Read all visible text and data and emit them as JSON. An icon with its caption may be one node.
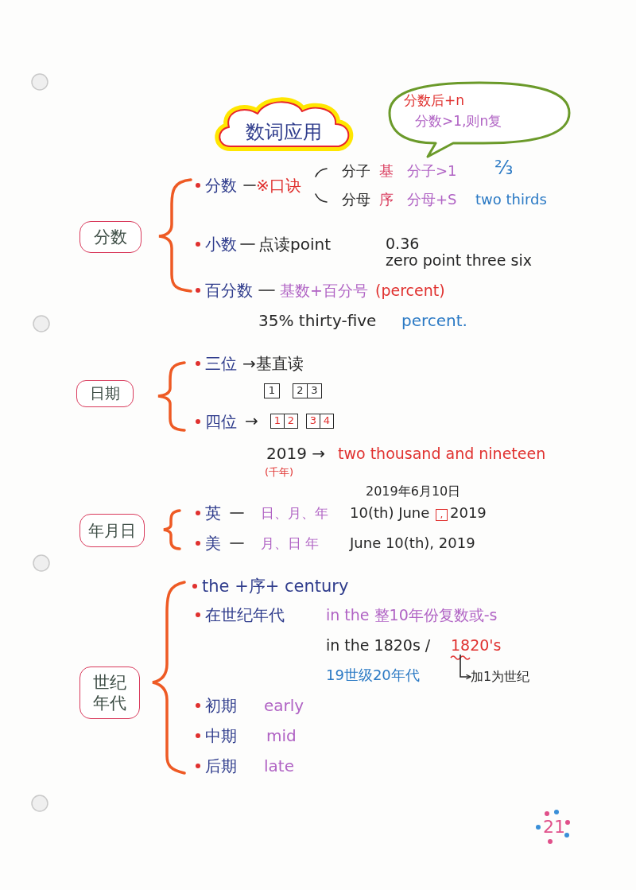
{
  "diagram": {
    "nodes": [
      {
        "text": [
          "数词应用"
        ]
      },
      {
        "text": [
          "分数后+n",
          "分数>1,则n复"
        ]
      },
      {
        "text": [
          "分数"
        ]
      },
      {
        "text": [
          "日期"
        ]
      },
      {
        "text": [
          "1"
        ]
      },
      {
        "text": [
          "2"
        ]
      },
      {
        "text": [
          "3"
        ]
      },
      {
        "text": [
          "1"
        ]
      },
      {
        "text": [
          "2"
        ]
      },
      {
        "text": [
          "3"
        ]
      },
      {
        "text": [
          "4"
        ]
      },
      {
        "text": [
          "年月日"
        ]
      },
      {
        "text": [
          ","
        ]
      },
      {
        "text": [
          "世纪年代"
        ]
      },
      {
        "text": [
          "1820's"
        ]
      },
      {
        "text": [
          "加1为世纪"
        ]
      }
    ],
    "edges": [
      {
        "from": 14,
        "to": 15,
        "arrow": "to"
      }
    ],
    "labels": [
      "分数",
      "※口诀",
      "分子",
      "基",
      "分子>1",
      "⅔",
      "分母",
      "序",
      "分母+S",
      "two thirds",
      "小数",
      "点读point",
      "0.36",
      "zero point three six",
      "百分数",
      "基数+百分号",
      "(percent)",
      "35% thirty-five",
      "percent.",
      "三位",
      "→基直读",
      "四位",
      "→",
      "2019 →",
      "two thousand and nineteen",
      "(千年)",
      "2019年6月10日",
      "英",
      "日、月、年",
      "10(th) June",
      "2019",
      "美",
      "月、日 年",
      "June 10(th), 2019",
      "the +序+ century",
      "在世纪年代",
      "in the 整10年份复数或-s",
      "in the 1820s /",
      "19世级20年代",
      "初期",
      "early",
      "中期",
      "mid",
      "后期",
      "late",
      "21"
    ]
  }
}
